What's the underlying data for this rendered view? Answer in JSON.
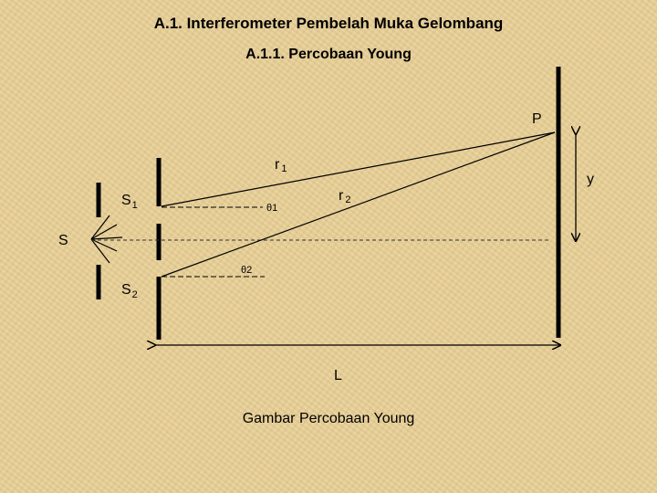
{
  "title": "A.1. Interferometer Pembelah Muka Gelombang",
  "subtitle": "A.1.1. Percobaan Young",
  "labels": {
    "P": "P",
    "r1": "r",
    "r1_sub": "1",
    "r2": "r",
    "r2_sub": "2",
    "y": "y",
    "S1": "S",
    "S1_sub": "1",
    "S2": "S",
    "S2_sub": "2",
    "S": "S",
    "theta1": "θ1",
    "theta2": "θ2",
    "L": "L"
  },
  "caption": "Gambar  Percobaan Young"
}
